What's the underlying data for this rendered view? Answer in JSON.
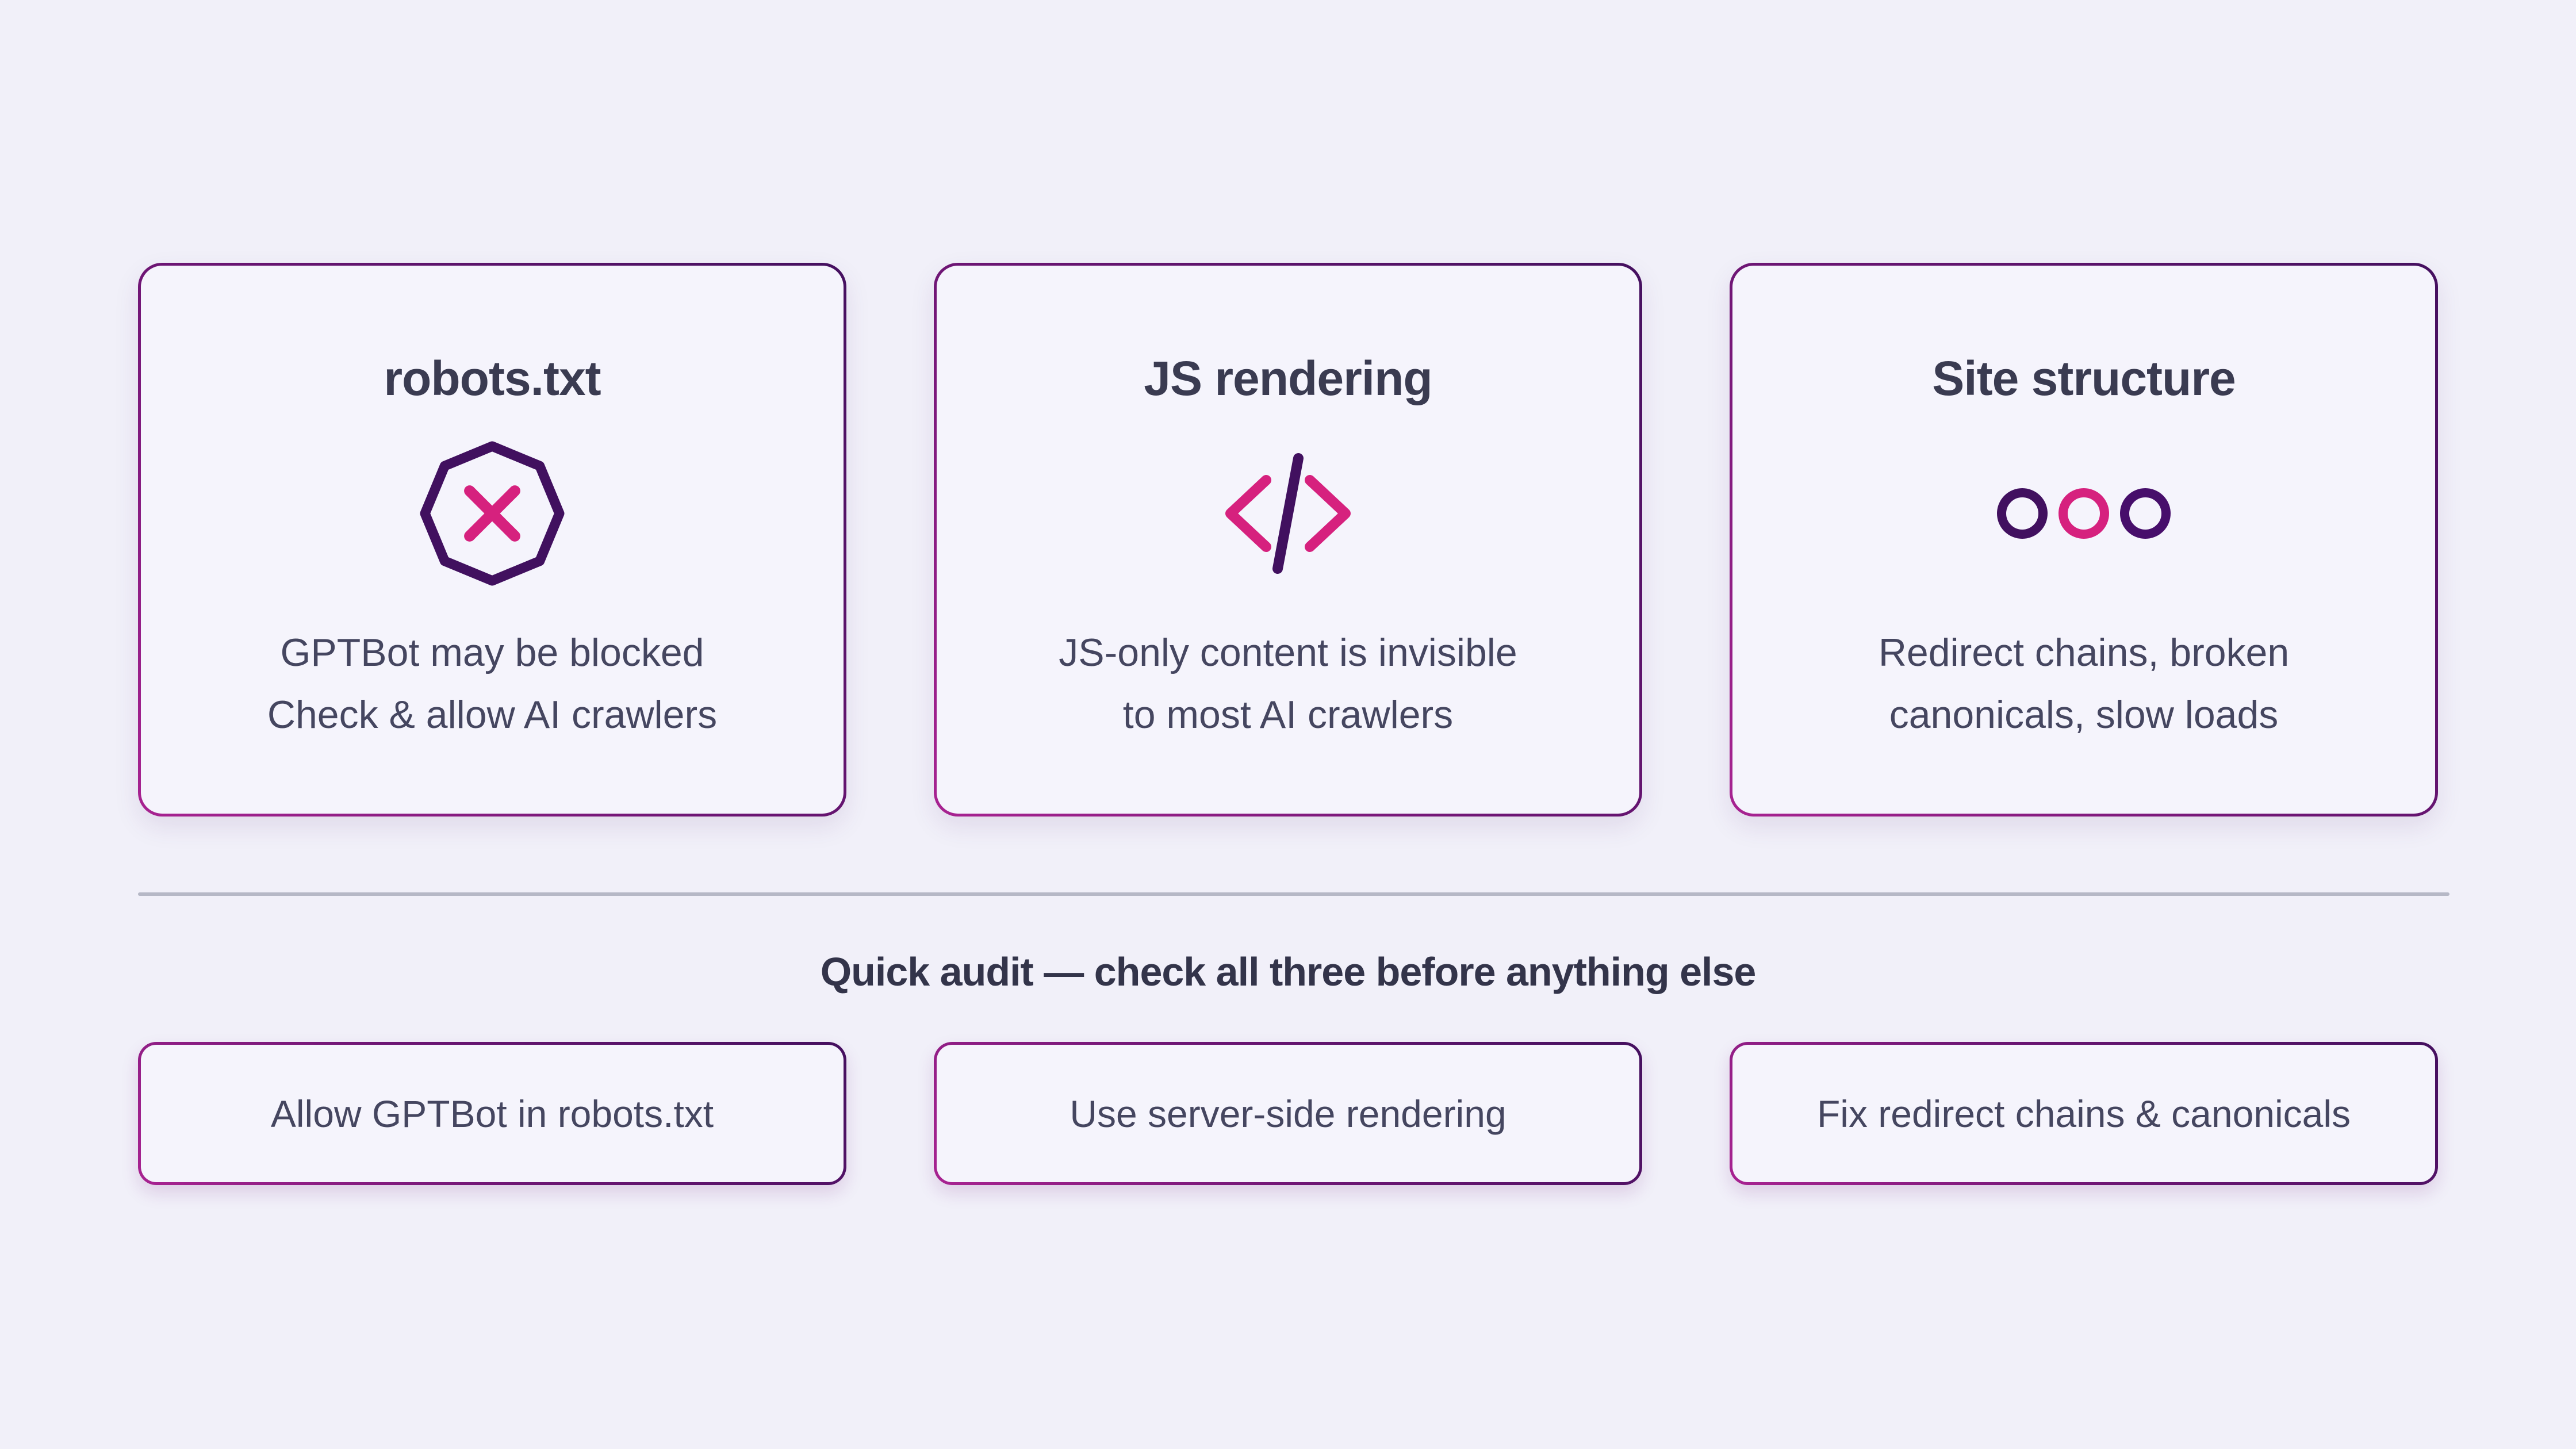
{
  "colors": {
    "page_bg": "#f1f0f9",
    "card_bg": "#f5f4fc",
    "border_dark_purple": "#45105f",
    "border_magenta": "#a82391",
    "icon_purple": "#41105f",
    "icon_purple_alt": "#470e6b",
    "icon_pink": "#d6217e",
    "title_color": "#3a3b51",
    "body_color": "#454660",
    "heading_color": "#33344a",
    "divider_color": "#b6b8c6"
  },
  "cards": [
    {
      "title": "robots.txt",
      "icon": "blocked-octagon-icon",
      "lines": [
        "GPTBot may be blocked",
        "Check & allow AI crawlers"
      ]
    },
    {
      "title": "JS rendering",
      "icon": "code-icon",
      "lines": [
        "JS-only content is invisible",
        "to most AI crawlers"
      ]
    },
    {
      "title": "Site structure",
      "icon": "three-circles-icon",
      "lines": [
        "Redirect chains, broken",
        "canonicals, slow loads"
      ]
    }
  ],
  "audit": {
    "heading": "Quick audit — check all three before anything else",
    "actions": [
      "Allow GPTBot in robots.txt",
      "Use server-side rendering",
      "Fix redirect chains & canonicals"
    ]
  }
}
